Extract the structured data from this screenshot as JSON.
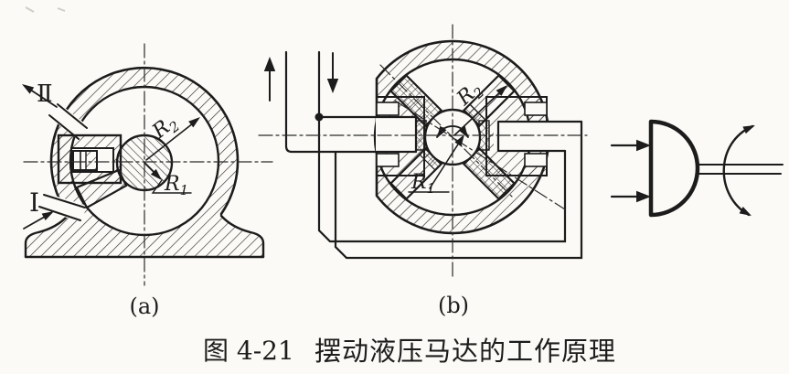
{
  "figure": {
    "caption": {
      "number": "图 4-21",
      "title": "摆动液压马达的工作原理"
    },
    "sublabel_a": "(a)",
    "sublabel_b": "(b)",
    "port_label_upper": "Ⅱ",
    "port_label_lower": "Ⅰ",
    "radius_symbol": "R",
    "radius_inner_sub": "1",
    "radius_outer_sub": "2"
  },
  "colors": {
    "ink": "#1c1c1c",
    "paper": "#fbfaf6"
  }
}
